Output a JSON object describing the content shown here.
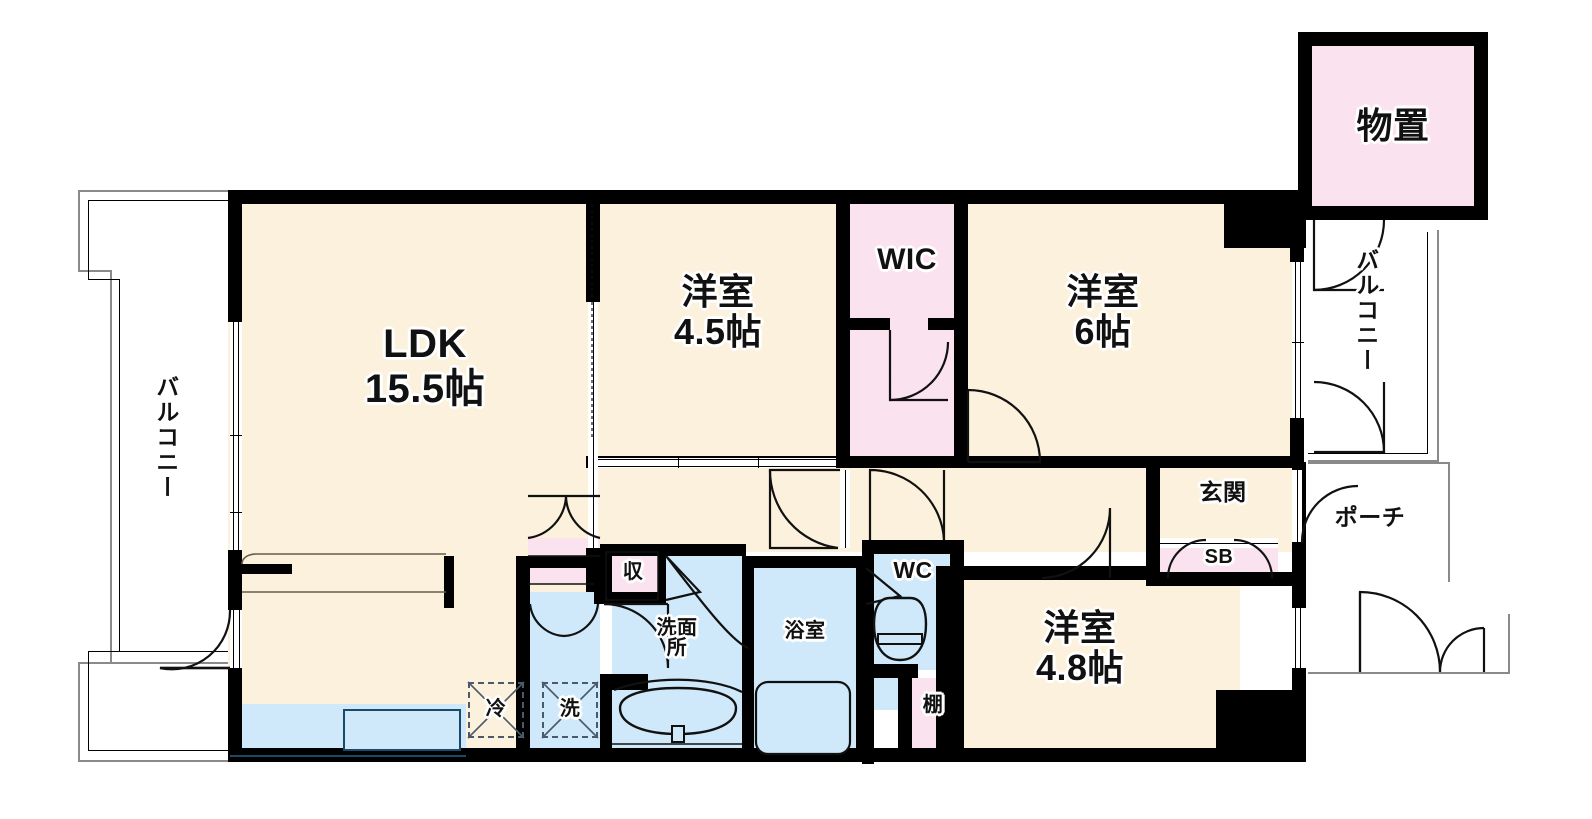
{
  "plan": {
    "kind": "japanese-apartment-floor-plan",
    "colors": {
      "room_fill": "#fcf1dc",
      "closet_fill": "#fbe2ef",
      "wet_fill": "#cfe9fa",
      "wall": "#000000",
      "outline": "#8a8a8a",
      "background": "#ffffff"
    }
  },
  "rooms": {
    "ldk": {
      "name": "LDK",
      "size": "15.5帖"
    },
    "washitsu45": {
      "name": "洋室",
      "size": "4.5帖"
    },
    "washitsu6": {
      "name": "洋室",
      "size": "6帖"
    },
    "washitsu48": {
      "name": "洋室",
      "size": "4.8帖"
    },
    "wic": {
      "name": "WIC"
    },
    "storage": {
      "name": "物置"
    },
    "genkan": {
      "name": "玄関"
    },
    "shoebox": {
      "name": "SB"
    },
    "porch": {
      "name": "ポーチ"
    },
    "balcony_left": {
      "name": "バルコニー"
    },
    "balcony_right": {
      "name": "バルコニー"
    },
    "washroom": {
      "name": "洗面所"
    },
    "bathroom": {
      "name": "浴室"
    },
    "wc": {
      "name": "WC"
    },
    "closet_sho": {
      "name": "収"
    },
    "shelf": {
      "name": "棚"
    }
  },
  "appliances": {
    "fridge": {
      "label": "冷"
    },
    "washer": {
      "label": "洗"
    }
  }
}
